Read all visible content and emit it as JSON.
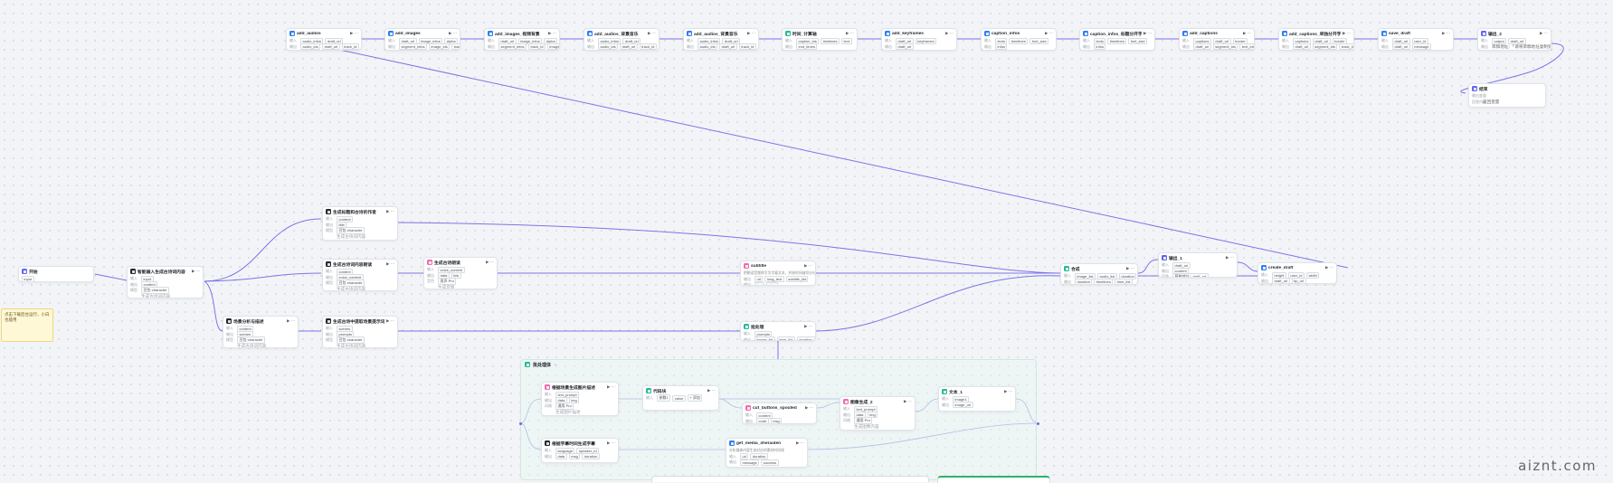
{
  "colors": {
    "blue": "#2f7ff0",
    "teal": "#27b89a",
    "pink": "#f06bb0",
    "black": "#222832",
    "indigo": "#6366f1",
    "edge": "#7c74e8",
    "edge_teal": "#8fc7d8"
  },
  "watermark": "aiznt.com",
  "top_nodes": [
    {
      "title": "add_audios",
      "icon": "blue",
      "r1": [
        "audio_infos",
        "draft_url"
      ],
      "r2": [
        "audio_ids",
        "draft_url",
        "track_id"
      ]
    },
    {
      "title": "add_images",
      "icon": "blue",
      "r1": [
        "draft_url",
        "image_infos",
        "alpha"
      ],
      "r2": [
        "segment_infos",
        "image_ids",
        "track_id"
      ]
    },
    {
      "title": "add_images_视频背景",
      "icon": "blue",
      "r1": [
        "draft_url",
        "image_infos",
        "alpha"
      ],
      "r2": [
        "segment_infos",
        "track_id",
        "image_ids"
      ]
    },
    {
      "title": "add_audios_背景音乐",
      "icon": "blue",
      "r1": [
        "audio_infos",
        "draft_url"
      ],
      "r2": [
        "audio_ids",
        "draft_url",
        "track_id"
      ]
    },
    {
      "title": "add_audios_背景音乐",
      "icon": "blue",
      "r1": [
        "audio_infos",
        "draft_url"
      ],
      "r2": [
        "audio_ids",
        "draft_url",
        "track_id"
      ]
    },
    {
      "title": "时间_计算轴",
      "icon": "teal",
      "r1": [
        "caption_ids",
        "timelines",
        "text"
      ],
      "r2": [
        "end_times"
      ]
    },
    {
      "title": "add_keyframes",
      "icon": "blue",
      "r1": [
        "draft_url",
        "keyframes"
      ],
      "r2": [
        "draft_url"
      ]
    },
    {
      "title": "caption_infos",
      "icon": "blue",
      "r1": [
        "texts",
        "timelines",
        "font_size"
      ],
      "r2": [
        "infos"
      ]
    },
    {
      "title": "caption_infos_标题分开字",
      "icon": "blue",
      "r1": [
        "texts",
        "timelines",
        "font_size"
      ],
      "r2": [
        "infos"
      ]
    },
    {
      "title": "add_captions",
      "icon": "blue",
      "r1": [
        "captions",
        "draft_url",
        "border"
      ],
      "r2": [
        "draft_url",
        "segment_ids",
        "text_ids"
      ]
    },
    {
      "title": "add_captions_单独分开字",
      "icon": "blue",
      "r1": [
        "captions",
        "draft_url",
        "border"
      ],
      "r2": [
        "draft_url",
        "segment_ids",
        "track_id"
      ]
    },
    {
      "title": "save_draft",
      "icon": "blue",
      "r1": [
        "draft_url",
        "user_id"
      ],
      "r2": [
        "draft_url",
        "message"
      ]
    },
    {
      "title": "输出_2",
      "icon": "indigo",
      "r1": [
        "output",
        "draft_url"
      ],
      "r2": [
        "草稿地址：「请将草稿地址复制到剪映小助手下载 (点击下方)」"
      ]
    }
  ],
  "end_node": {
    "title": "结束",
    "rows": [
      "输出变量",
      "回答内容"
    ],
    "value": "返回变量"
  },
  "start_node": {
    "title": "开始",
    "field": "input"
  },
  "note": {
    "text": "点击下载后台运行，小白也能用"
  },
  "nodes": {
    "extract": {
      "title": "智能输入生成古诗词内容",
      "rows": [
        [
          "输入",
          "input"
        ],
        [
          "输出",
          "content"
        ],
        [
          "模型",
          "豆包·character"
        ]
      ],
      "foot": "生成古诗词内容"
    },
    "title_n": {
      "title": "生成标题和古诗的作者",
      "rows": [
        [
          "输入",
          "content"
        ],
        [
          "输出",
          "title"
        ],
        [
          "模型",
          "豆包·character"
        ]
      ],
      "foot": "生成古诗词内容"
    },
    "spoken": {
      "title": "生成古诗词内容朗读",
      "rows": [
        [
          "输入",
          "content"
        ],
        [
          "输出",
          "voice_content"
        ],
        [
          "模型",
          "豆包·character"
        ]
      ],
      "foot": "生成古诗词内容"
    },
    "tts": {
      "title": "生成古诗朗读",
      "rows": [
        [
          "输入",
          "voice_content"
        ],
        [
          "输出",
          "data",
          "link"
        ],
        [
          "音色",
          "男声 Pro"
        ]
      ],
      "foot": "生成音频"
    },
    "scenes": {
      "title": "场景分析与描述",
      "rows": [
        [
          "输入",
          "content"
        ],
        [
          "输出",
          "scenes"
        ],
        [
          "模型",
          "豆包·character"
        ]
      ],
      "foot": "生成古诗词内容"
    },
    "images_p": {
      "title": "生成古诗中提取场景提示词的提示语",
      "rows": [
        [
          "输入",
          "scenes"
        ],
        [
          "输出",
          "prompts"
        ],
        [
          "模型",
          "豆包·character"
        ]
      ],
      "foot": "生成古诗词内容"
    },
    "subtitle": {
      "title": "subtitle",
      "sub": "把朗读音频转写为字幕文本，并按时间轴切分句子",
      "rows": [
        [
          "输出",
          "url",
          "long_text",
          "subtitle_list"
        ],
        [
          "输出",
          "text",
          "data"
        ]
      ]
    },
    "batch": {
      "title": "批处理",
      "rows": [
        [
          "输入",
          "prompts"
        ],
        [
          "输出",
          "image_list",
          "item_list",
          "duration_list"
        ]
      ]
    },
    "merge": {
      "title": "合成",
      "rows": [
        [
          "输入",
          "image_list",
          "audio_list",
          "duration"
        ],
        [
          "输出",
          "duration",
          "timelines",
          "time_list"
        ]
      ]
    },
    "output1": {
      "title": "输出_1",
      "rows": [
        [
          "输入",
          "draft_url"
        ],
        [
          "输出",
          "content"
        ],
        [
          "回答",
          "草稿地址：draft_url"
        ]
      ]
    },
    "create_draft": {
      "title": "create_draft",
      "rows": [
        [
          "输入",
          "height",
          "user_id",
          "width"
        ],
        [
          "输出",
          "draft_url",
          "tip_url"
        ]
      ]
    }
  },
  "group": {
    "title": "批处理体",
    "nodes": {
      "g_img": {
        "title": "根据场景生成图片描述",
        "rows": [
          [
            "输入",
            "text_prompt"
          ],
          [
            "输出",
            "data",
            "img"
          ],
          [
            "风格",
            "通用 Pro"
          ]
        ],
        "foot": "生成图片描述"
      },
      "g_code": {
        "title": "代码块",
        "rows": [
          [
            "输入",
            "参数1",
            "value",
            "+ 添加"
          ]
        ]
      },
      "g_cut": {
        "title": "cut_buttons_spouted",
        "rows": [
          [
            "输入",
            "content"
          ],
          [
            "输出",
            "code",
            "msg"
          ]
        ]
      },
      "g_img2": {
        "title": "图像生成_2",
        "rows": [
          [
            "输入",
            "text_prompt"
          ],
          [
            "输出",
            "data",
            "img"
          ],
          [
            "风格",
            "通用 Pro"
          ]
        ],
        "foot": "生成图像内容"
      },
      "g_text": {
        "title": "文本_1",
        "rows": [
          [
            "输入",
            "image1"
          ],
          [
            "输出",
            "image_url"
          ]
        ]
      },
      "g_movie": {
        "title": "根据字幕时间生成字幕",
        "rows": [
          [
            "输入",
            "language",
            "speaker_id"
          ],
          [
            "输出",
            "data",
            "msg",
            "duration"
          ]
        ]
      },
      "g_grid": {
        "title": "get_media_sheraiden",
        "sub": "分析媒体内容生成对应的素材时间线",
        "rows": [
          [
            "输入",
            "url",
            "duration"
          ],
          [
            "输出",
            "message",
            "success"
          ]
        ]
      }
    }
  }
}
